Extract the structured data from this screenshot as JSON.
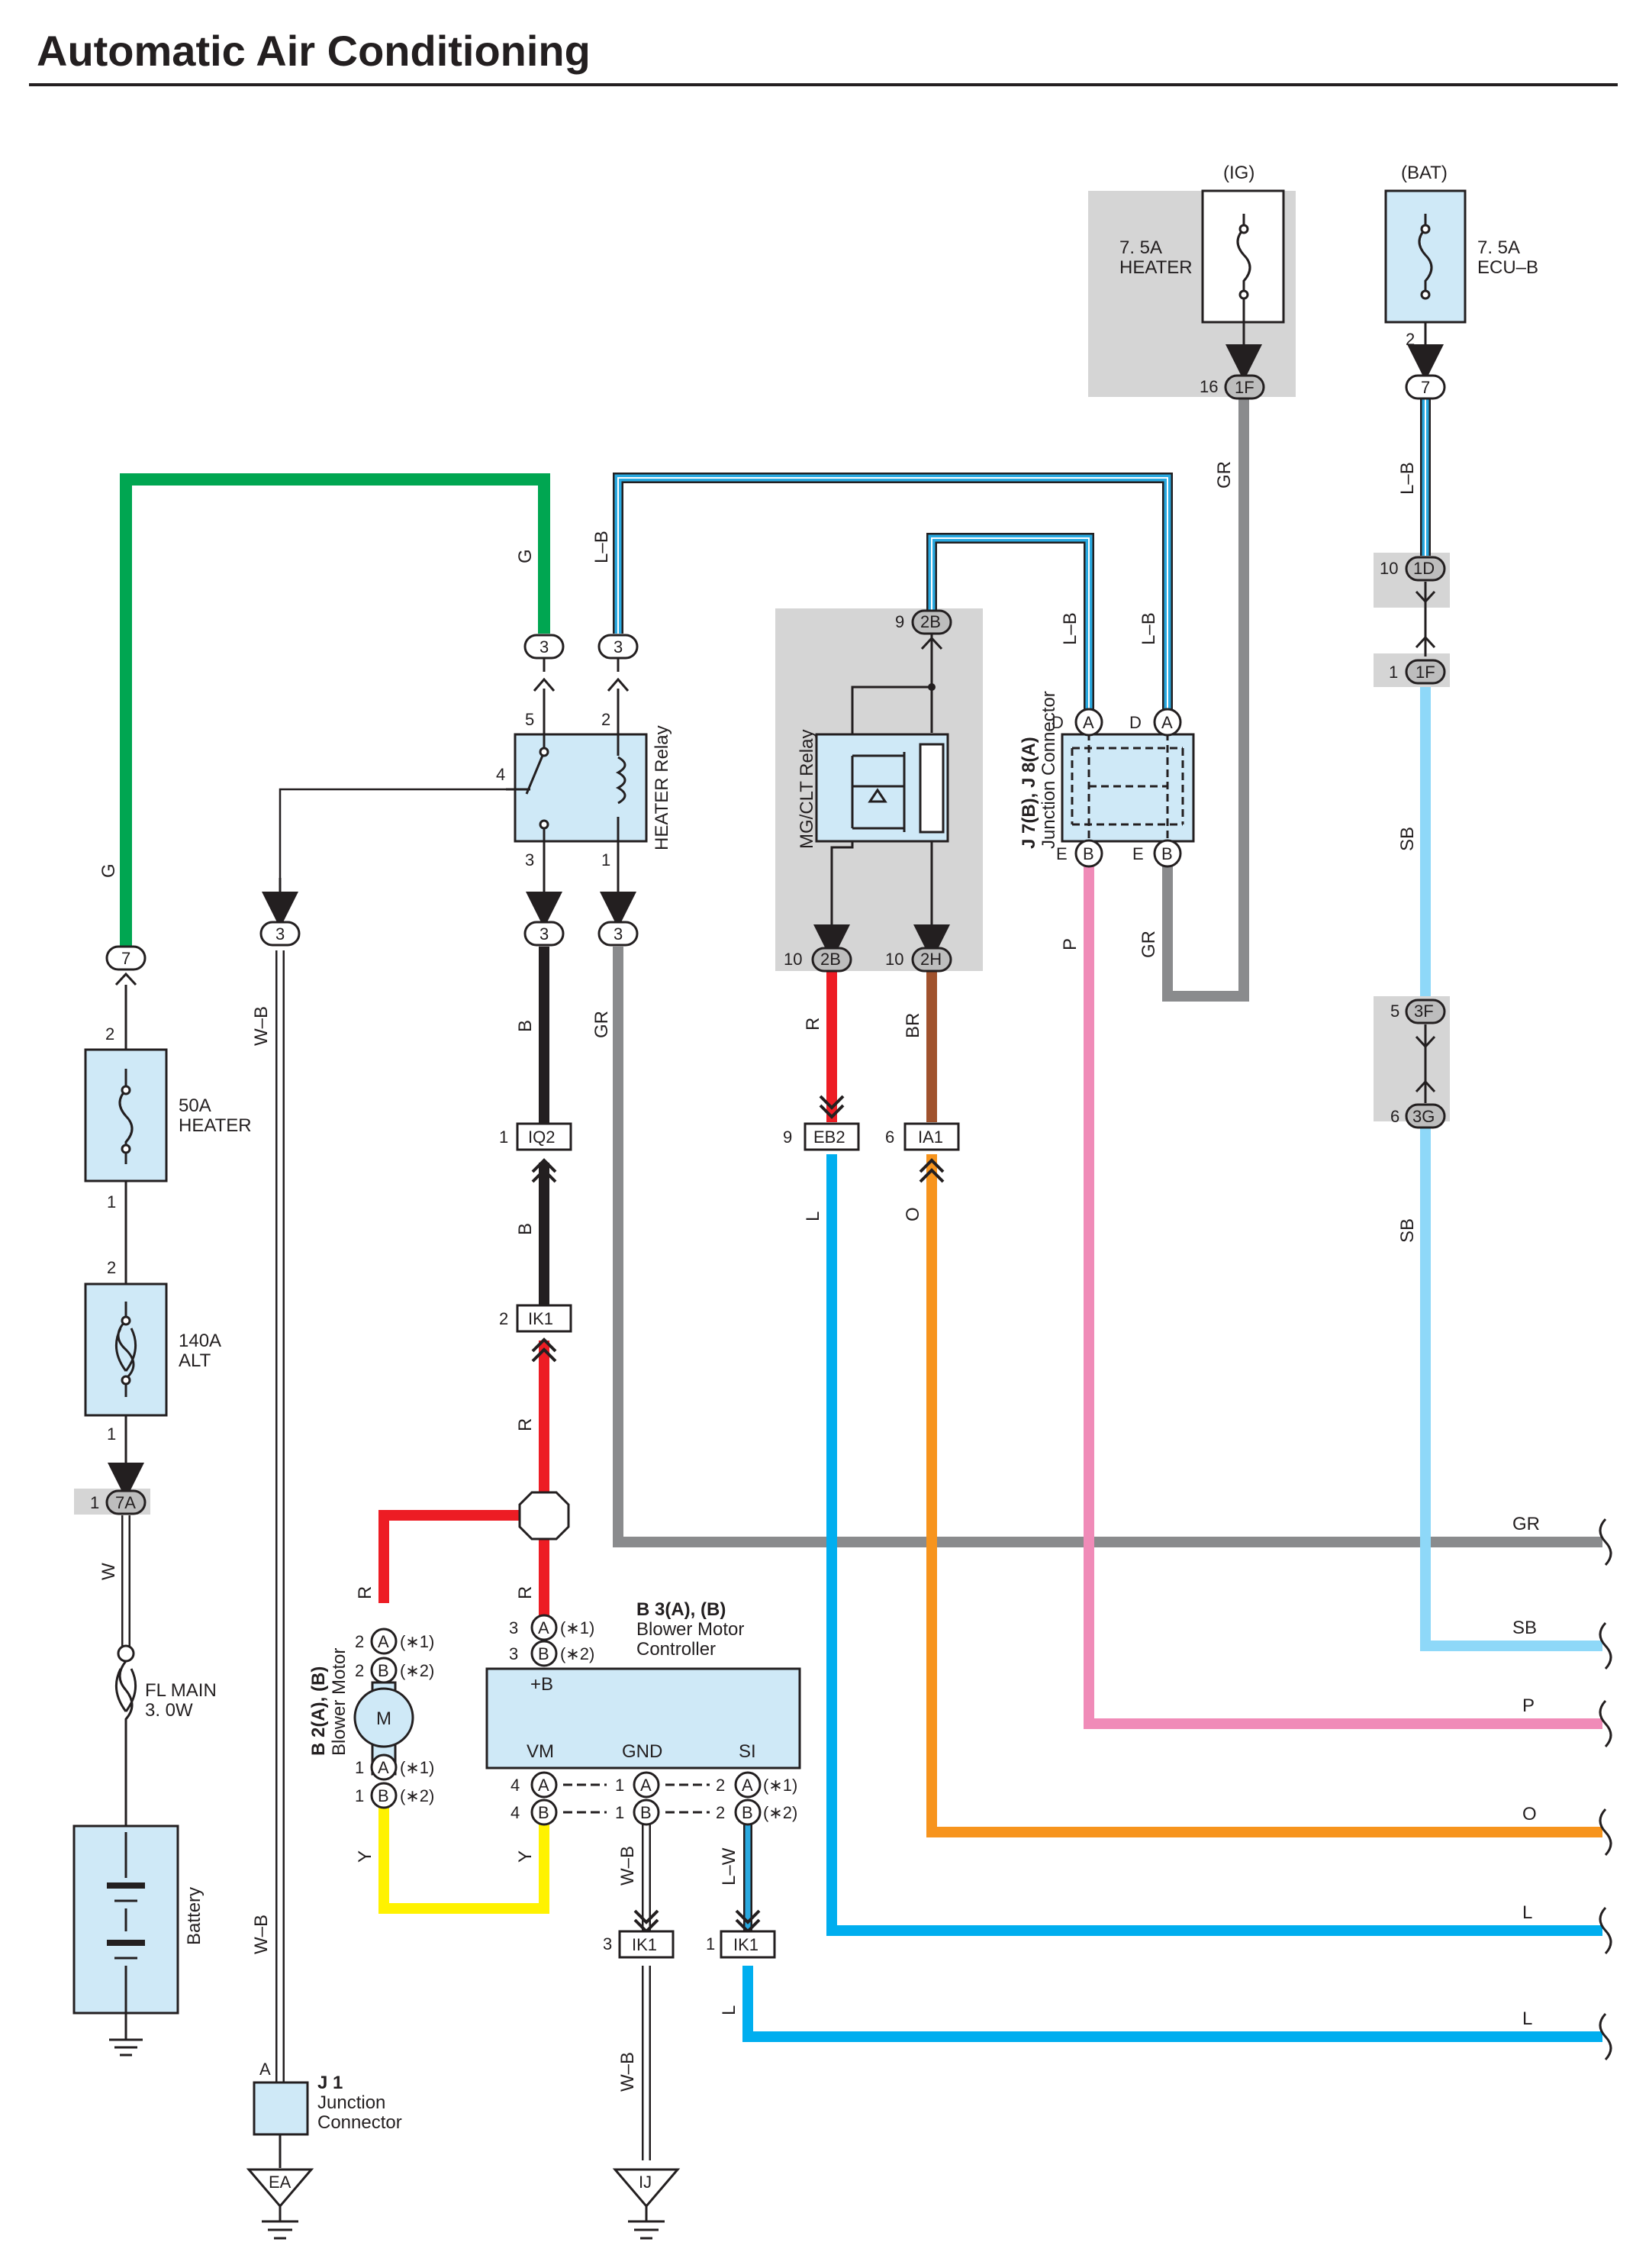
{
  "title": "Automatic Air Conditioning",
  "colors": {
    "G": "#00a651",
    "LB": "#29a9e0",
    "GR": "#8a8b8d",
    "B": "#231f20",
    "R": "#ed1c24",
    "BR": "#a0522d",
    "L": "#00aeef",
    "O": "#f7941d",
    "P": "#f08bb8",
    "SB": "#8ed8f8",
    "Y": "#fff200",
    "W": "#ffffff",
    "component_fill": "#cfe9f7",
    "connector_bg": "#d5d5d5"
  },
  "supply": {
    "ig": "(IG)",
    "bat": "(BAT)"
  },
  "fuses": {
    "heater_75": [
      "7. 5A",
      "HEATER"
    ],
    "ecub": [
      "7. 5A",
      "ECU–B"
    ],
    "heater_50": [
      "50A",
      "HEATER"
    ],
    "alt_140": [
      "140A",
      "ALT"
    ],
    "fl_main": [
      "FL MAIN",
      "3. 0W"
    ]
  },
  "components": {
    "heater_relay": "HEATER Relay",
    "mgclt_relay": "MG/CLT Relay",
    "junction_j7j8": {
      "code": "J 7(B), J 8(A)",
      "name": "Junction Connector"
    },
    "battery": "Battery",
    "blower_motor": {
      "code": "B 2(A), (B)",
      "name": "Blower Motor",
      "symbol": "M"
    },
    "blower_controller": {
      "code": "B 3(A), (B)",
      "line1": "Blower Motor",
      "line2": "Controller",
      "pins": [
        "+B",
        "VM",
        "GND",
        "SI"
      ]
    },
    "j1": {
      "code": "J 1",
      "line1": "Junction",
      "line2": "Connector"
    }
  },
  "notes": {
    "n1": "(∗1)",
    "n2": "(∗2)"
  },
  "connectors": {
    "c1F_top": "1F",
    "c7": "7",
    "c1D": "1D",
    "c1F": "1F",
    "c3F": "3F",
    "c3G": "3G",
    "c2B": "2B",
    "c2B_low": "2B",
    "c2H": "2H",
    "c3": "3",
    "c7A": "7A",
    "IQ2": "IQ2",
    "IK1": "IK1",
    "EB2": "EB2",
    "IA1": "IA1",
    "A": "A",
    "B": "B",
    "EA": "EA",
    "IJ": "IJ"
  },
  "wire_labels": {
    "G": "G",
    "LB": "L–B",
    "GR": "GR",
    "B": "B",
    "R": "R",
    "BR": "BR",
    "L": "L",
    "O": "O",
    "P": "P",
    "SB": "SB",
    "Y": "Y",
    "WB": "W–B",
    "W": "W",
    "LW": "L–W"
  },
  "pins": {
    "p1": "1",
    "p2": "2",
    "p3": "3",
    "p4": "4",
    "p5": "5",
    "p6": "6",
    "p7": "7",
    "p9": "9",
    "p10": "10",
    "p16": "16",
    "D": "D",
    "E": "E",
    "A": "A"
  },
  "right_edge_wires": [
    "GR",
    "SB",
    "P",
    "O",
    "L",
    "L"
  ]
}
